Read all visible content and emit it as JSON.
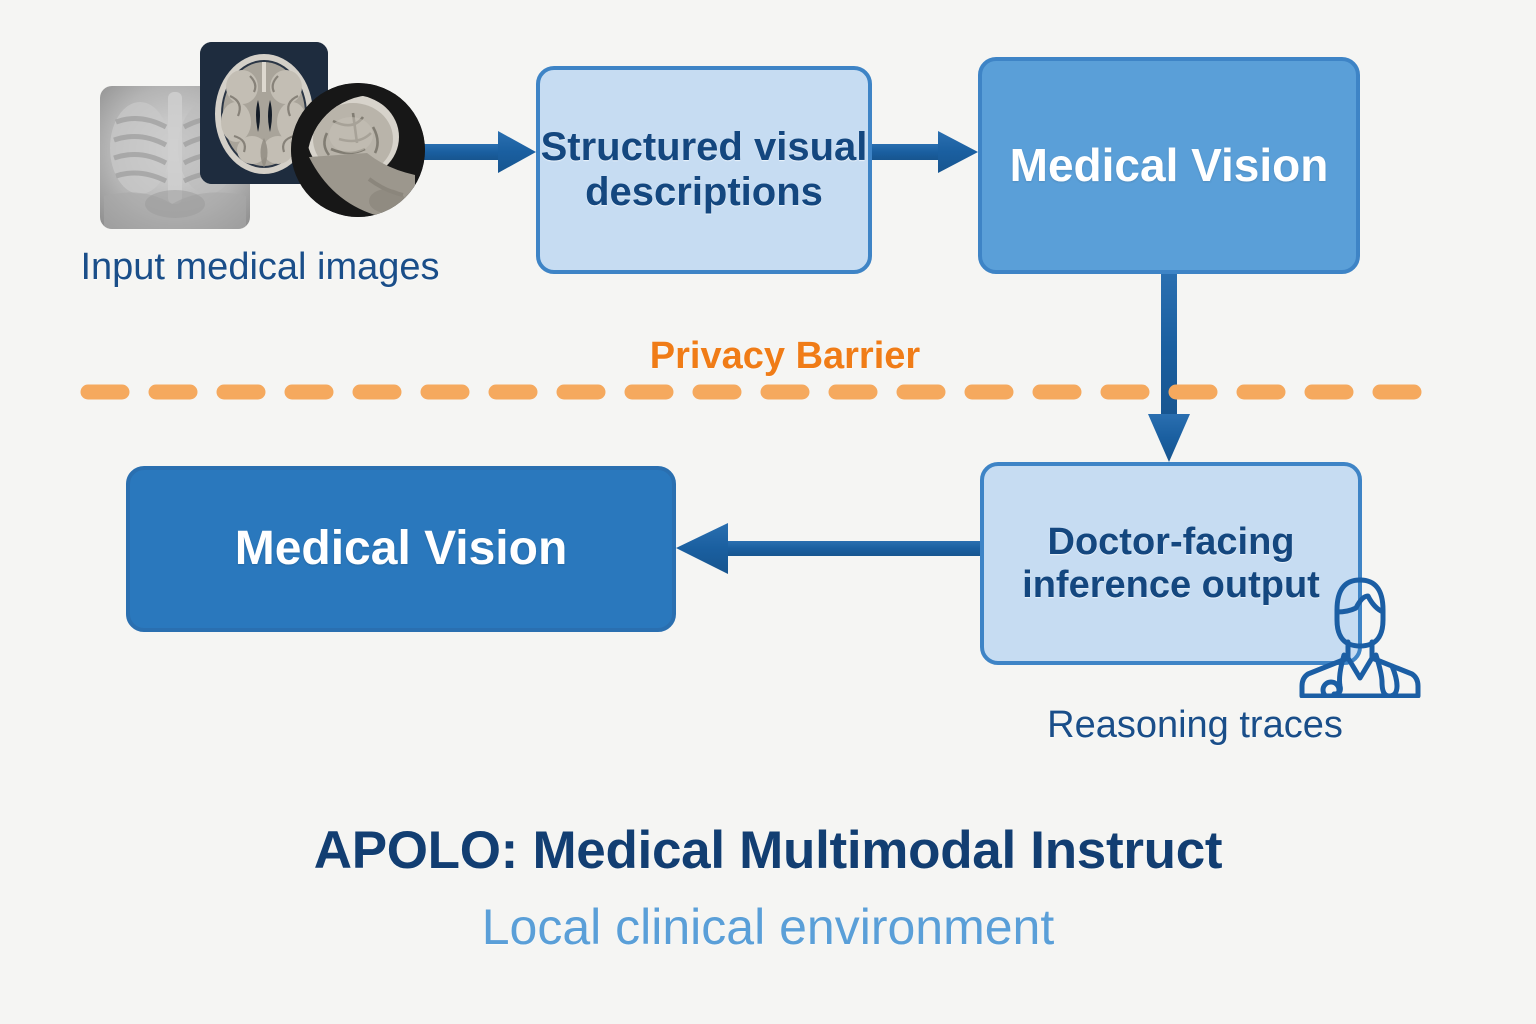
{
  "figure": {
    "background_color": "#f5f5f3",
    "title": "APOLO: Medical Multimodal Instruct",
    "subtitle": "Local clinical environment"
  },
  "palette": {
    "dark_blue_text": "#14477f",
    "arrow_blue": "#1a5fa0",
    "node_light_fill": "#c6dcf2",
    "node_mid_fill": "#5a9fd8",
    "node_dark_fill": "#2a78bd",
    "node_border": "#3e84c6",
    "barrier_text": "#f07c17",
    "barrier_dash": "#f5a95e",
    "subtitle_blue": "#5a9fd8"
  },
  "inputs": {
    "caption": "Input medical images",
    "thumbnails": [
      {
        "name": "chest-xray-thumbnail",
        "modality": "chest X-ray",
        "shape": "rounded-rect"
      },
      {
        "name": "brain-mri-thumbnail",
        "modality": "axial brain MRI",
        "shape": "rounded-rect"
      },
      {
        "name": "skull-xray-thumbnail",
        "modality": "lateral skull X-ray",
        "shape": "circle"
      }
    ]
  },
  "nodes": {
    "structured_visual_descriptions": "Structured visual descriptions",
    "medical_vision_top": "Medical Vision",
    "doctor_facing_output": "Doctor-facing inference output",
    "medical_vision_bottom": "Medical Vision"
  },
  "barrier": {
    "label": "Privacy Barrier",
    "style": "dashed"
  },
  "annotations": {
    "reasoning_traces": "Reasoning traces",
    "doctor_icon": "doctor-icon"
  },
  "arrows": [
    {
      "name": "arrow-images-to-descriptions",
      "direction": "right"
    },
    {
      "name": "arrow-descriptions-to-medical-vision",
      "direction": "right"
    },
    {
      "name": "arrow-medical-vision-to-doctor-output",
      "direction": "down"
    },
    {
      "name": "arrow-doctor-output-to-medical-vision",
      "direction": "left"
    }
  ]
}
